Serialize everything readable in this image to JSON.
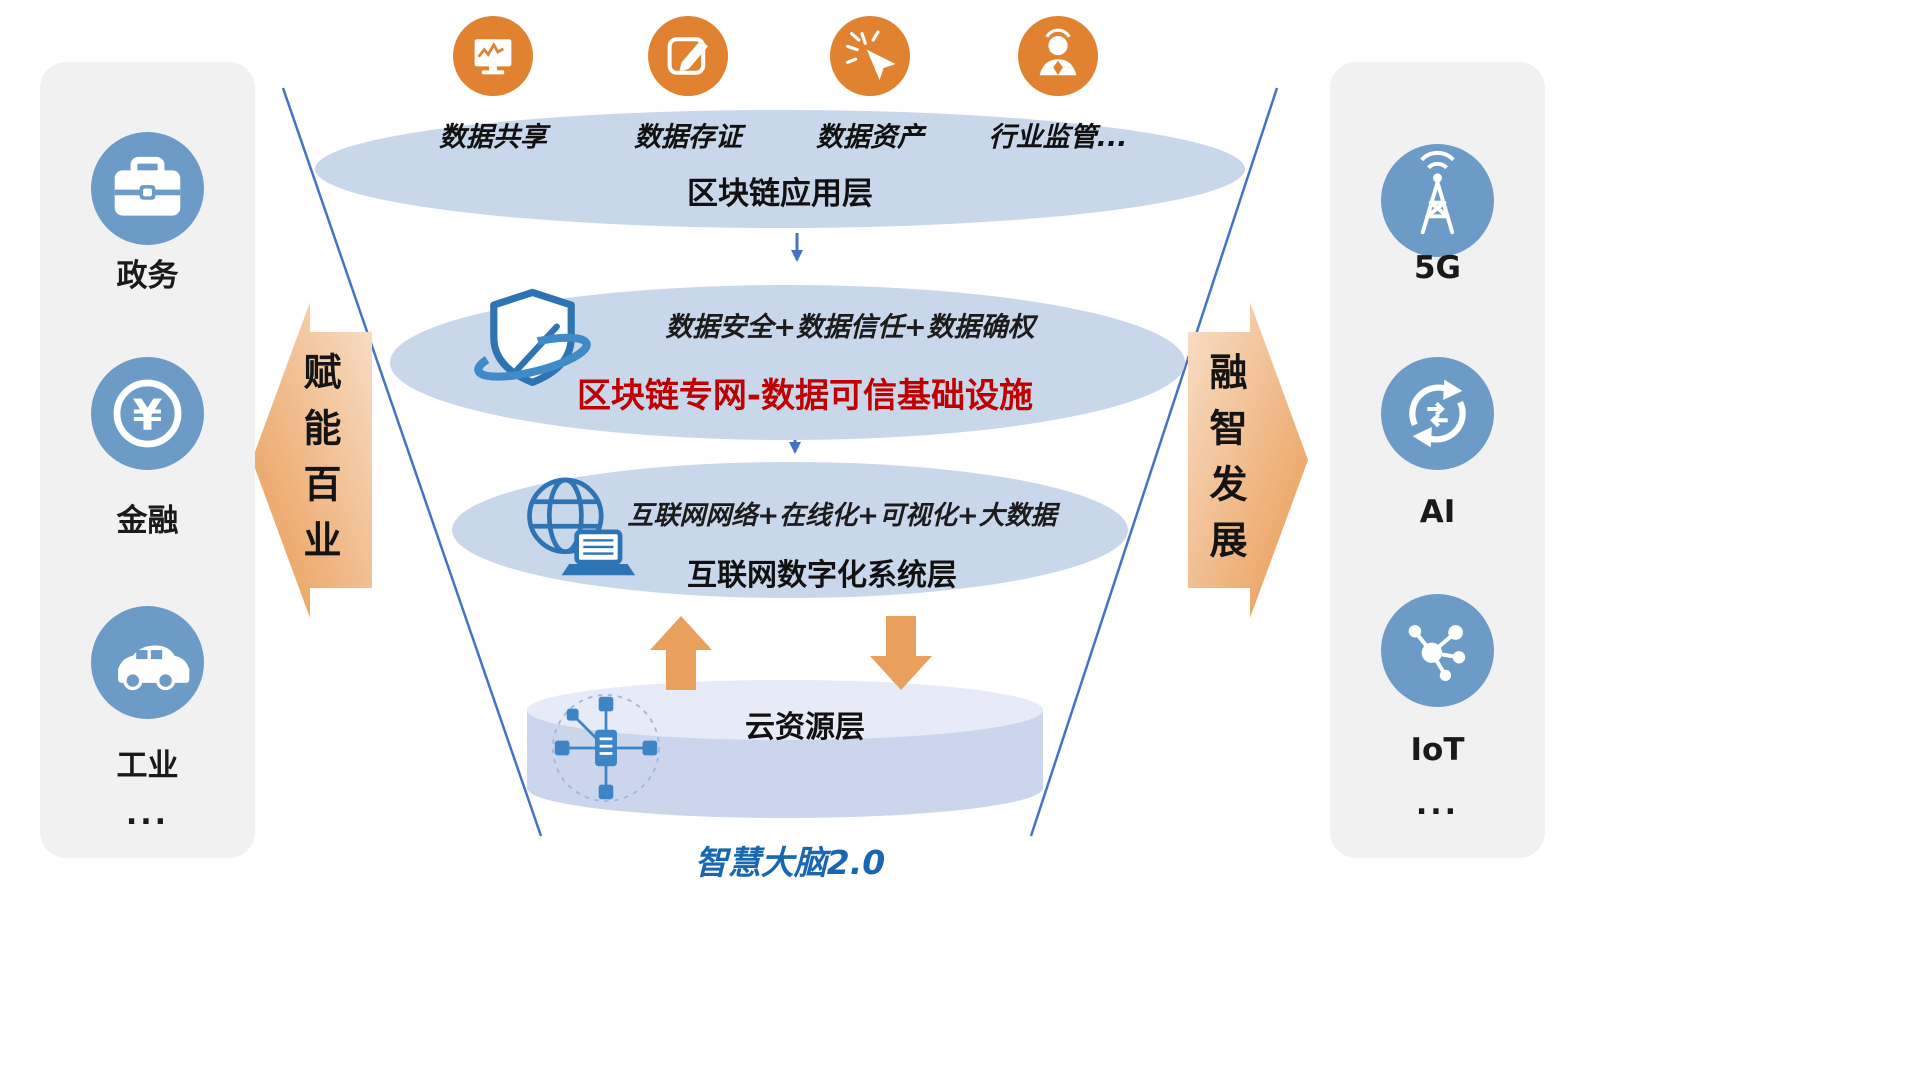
{
  "left_panel": {
    "items": [
      {
        "icon": "briefcase-icon",
        "label": "政务"
      },
      {
        "icon": "yuan-coin-icon",
        "label": "金融"
      },
      {
        "icon": "car-icon",
        "label": "工业"
      }
    ],
    "more": "..."
  },
  "right_panel": {
    "items": [
      {
        "icon": "antenna-5g-icon",
        "label": "5G"
      },
      {
        "icon": "ai-sync-icon",
        "label": "AI"
      },
      {
        "icon": "iot-nodes-icon",
        "label": "IoT"
      }
    ],
    "more": "..."
  },
  "side_arrows": {
    "left_label": "赋能百业",
    "right_label": "融智发展"
  },
  "app_layer": {
    "title": "区块链应用层",
    "items": [
      {
        "icon": "monitor-chart-icon",
        "label": "数据共享"
      },
      {
        "icon": "edit-pencil-icon",
        "label": "数据存证"
      },
      {
        "icon": "cursor-click-icon",
        "label": "数据资产"
      },
      {
        "icon": "supervisor-person-icon",
        "label": "行业监管..."
      }
    ]
  },
  "blockchain_layer": {
    "subtitle": "数据安全+数据信任+数据确权",
    "title": "区块链专网-数据可信基础设施"
  },
  "internet_layer": {
    "subtitle": "互联网网络+在线化+可视化+大数据",
    "title": "互联网数字化系统层"
  },
  "cloud_layer": {
    "title": "云资源层"
  },
  "footer": {
    "title": "智慧大脑2.0"
  },
  "colors": {
    "orange_icon": "#E08230",
    "blue_icon": "#6C9BC8",
    "ellipse_fill": "#C9D7EB",
    "cylinder_body": "#CBD6ED",
    "cylinder_top": "#E6EBF7",
    "red_title": "#C00000",
    "funnel_line": "#4472C4",
    "arrow_gradient_start": "#F8DFC9",
    "arrow_gradient_end": "#E9994F",
    "orange_arrow": "#E9A05C",
    "footer_blue": "#1867B0"
  }
}
